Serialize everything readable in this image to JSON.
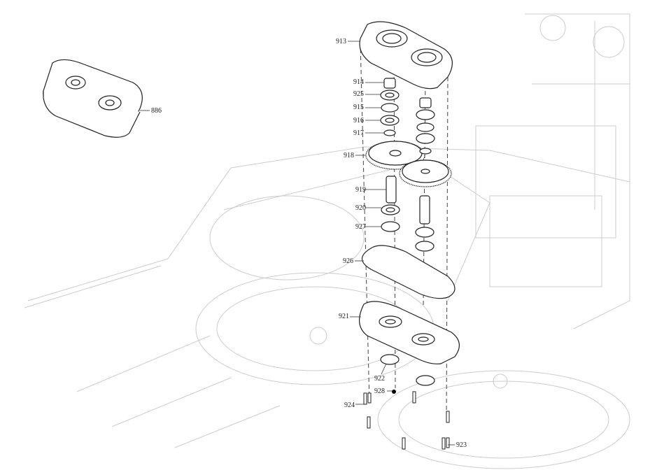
{
  "diagram": {
    "callouts": {
      "c886": "886",
      "c913": "913",
      "c914": "914",
      "c925": "925",
      "c915": "915",
      "c916": "916",
      "c917": "917",
      "c918": "918",
      "c919": "919",
      "c920": "920",
      "c927": "927",
      "c926": "926",
      "c921": "921",
      "c922": "922",
      "c928": "928",
      "c924": "924",
      "c923": "923"
    }
  }
}
